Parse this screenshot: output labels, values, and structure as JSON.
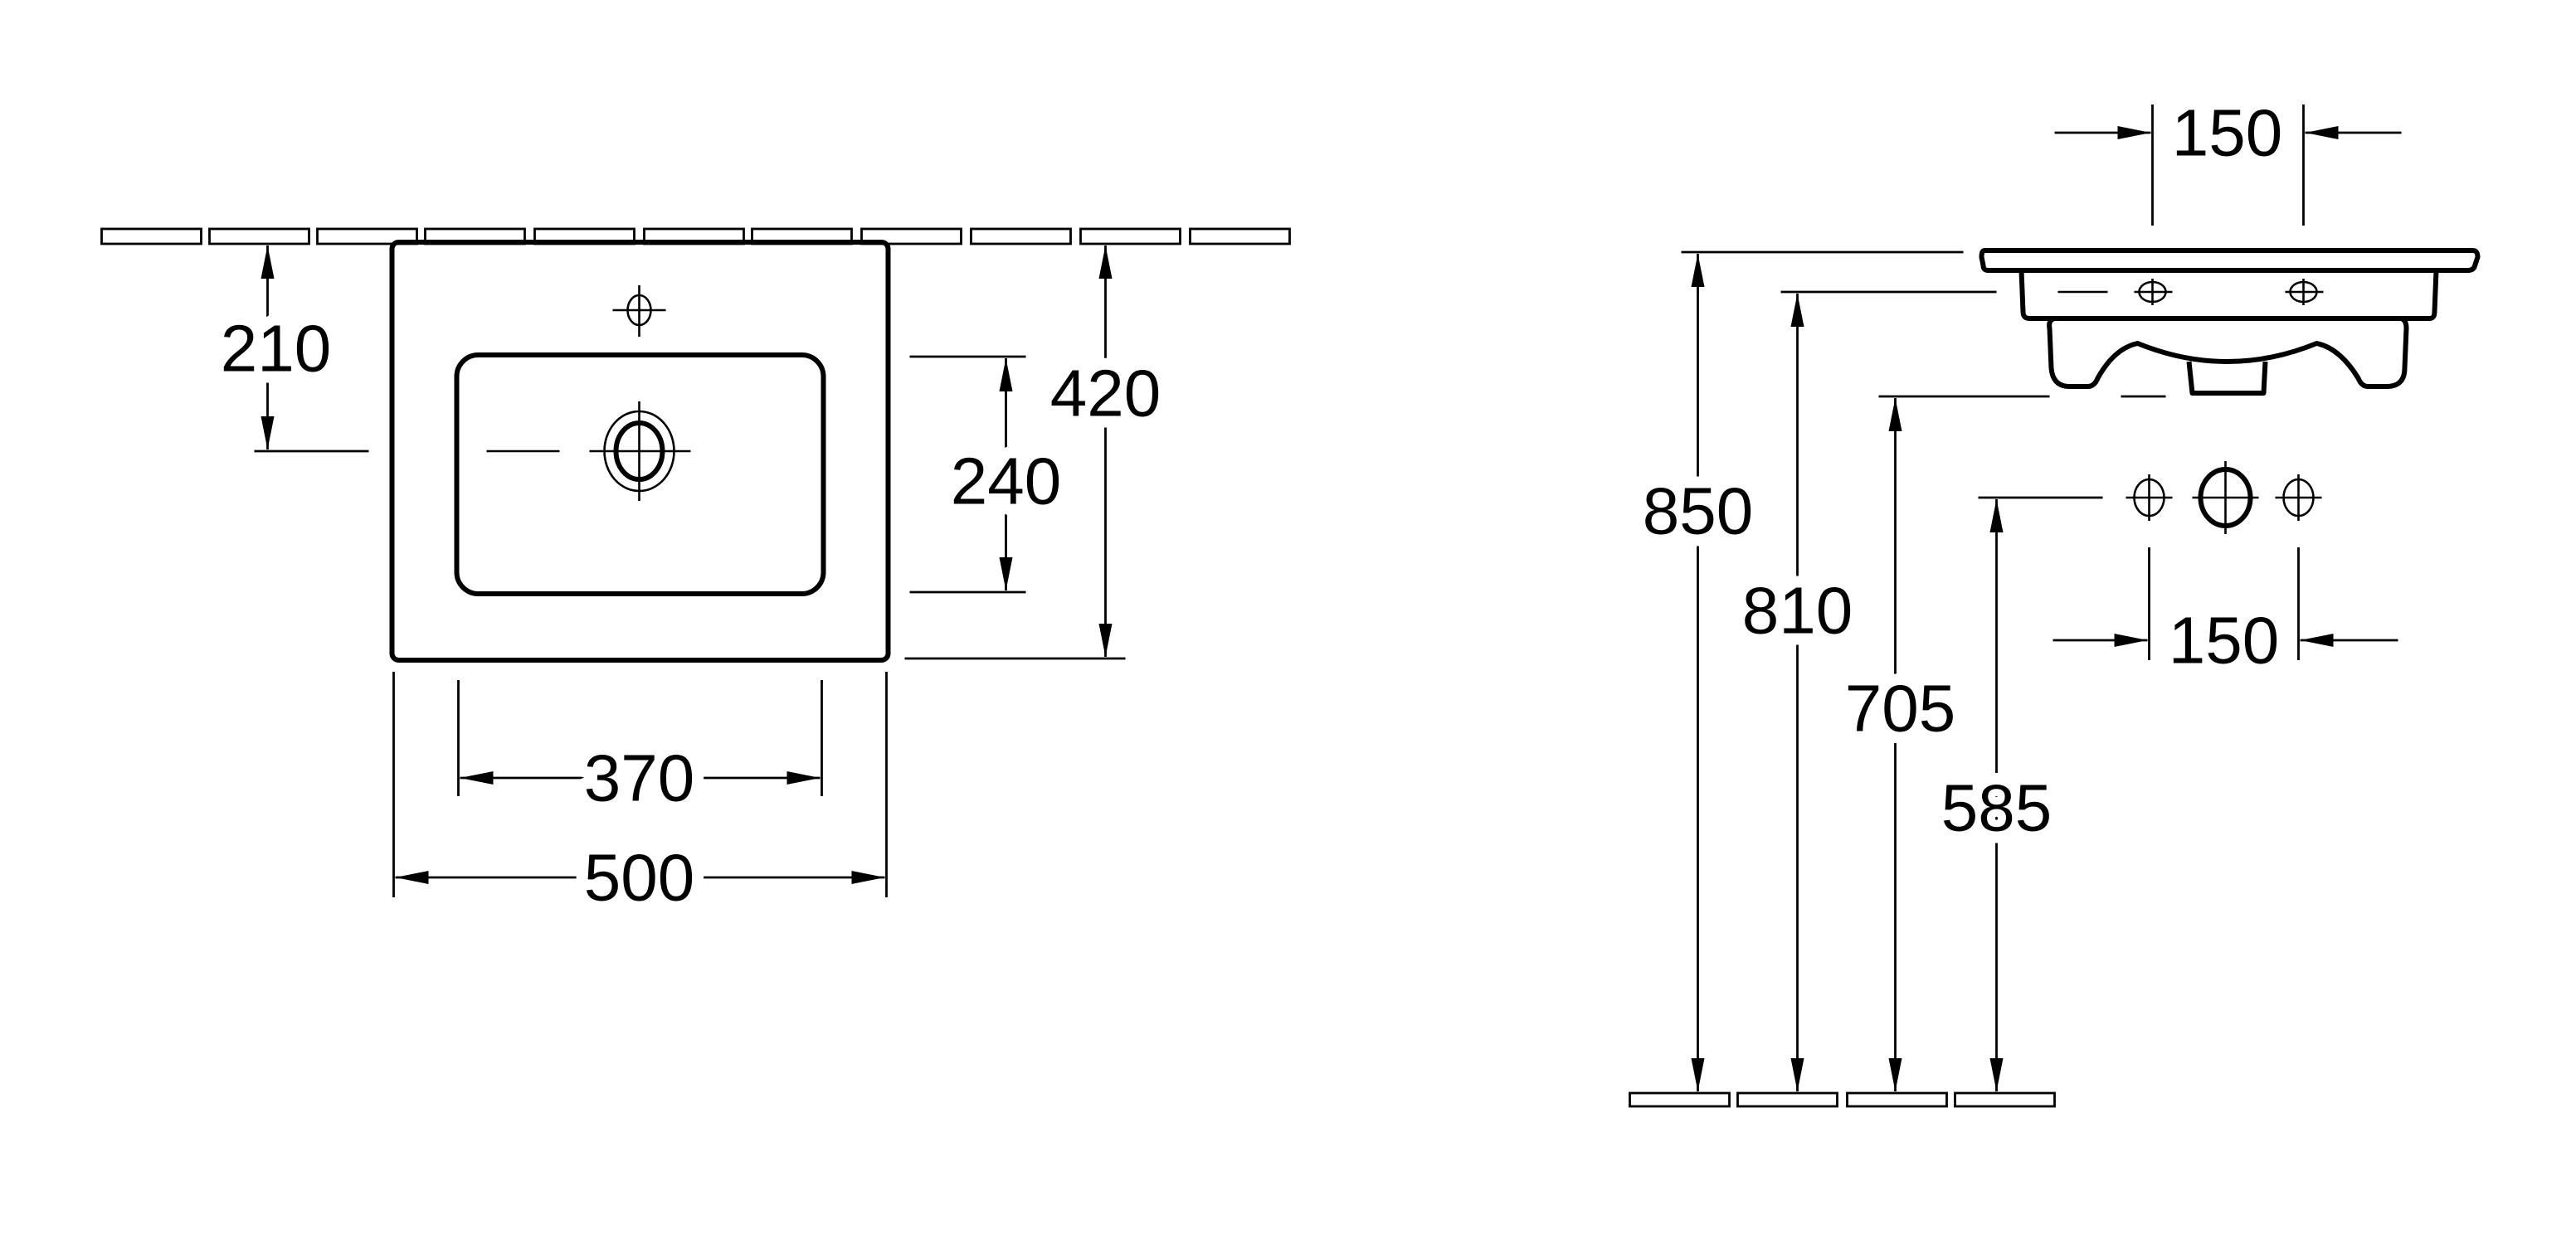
{
  "colors": {
    "line": "#000000",
    "background": "#ffffff"
  },
  "top_view": {
    "dimensions": {
      "tap_to_drain_from_wall": "210",
      "bowl_depth": "240",
      "overall_depth": "420",
      "bowl_width": "370",
      "overall_width": "500"
    }
  },
  "side_view": {
    "dimensions": {
      "tap_hole_spacing_top": "150",
      "rim_height": "850",
      "tap_hole_height": "810",
      "underside_height": "705",
      "waste_height": "585",
      "waste_hole_spacing": "150"
    }
  }
}
